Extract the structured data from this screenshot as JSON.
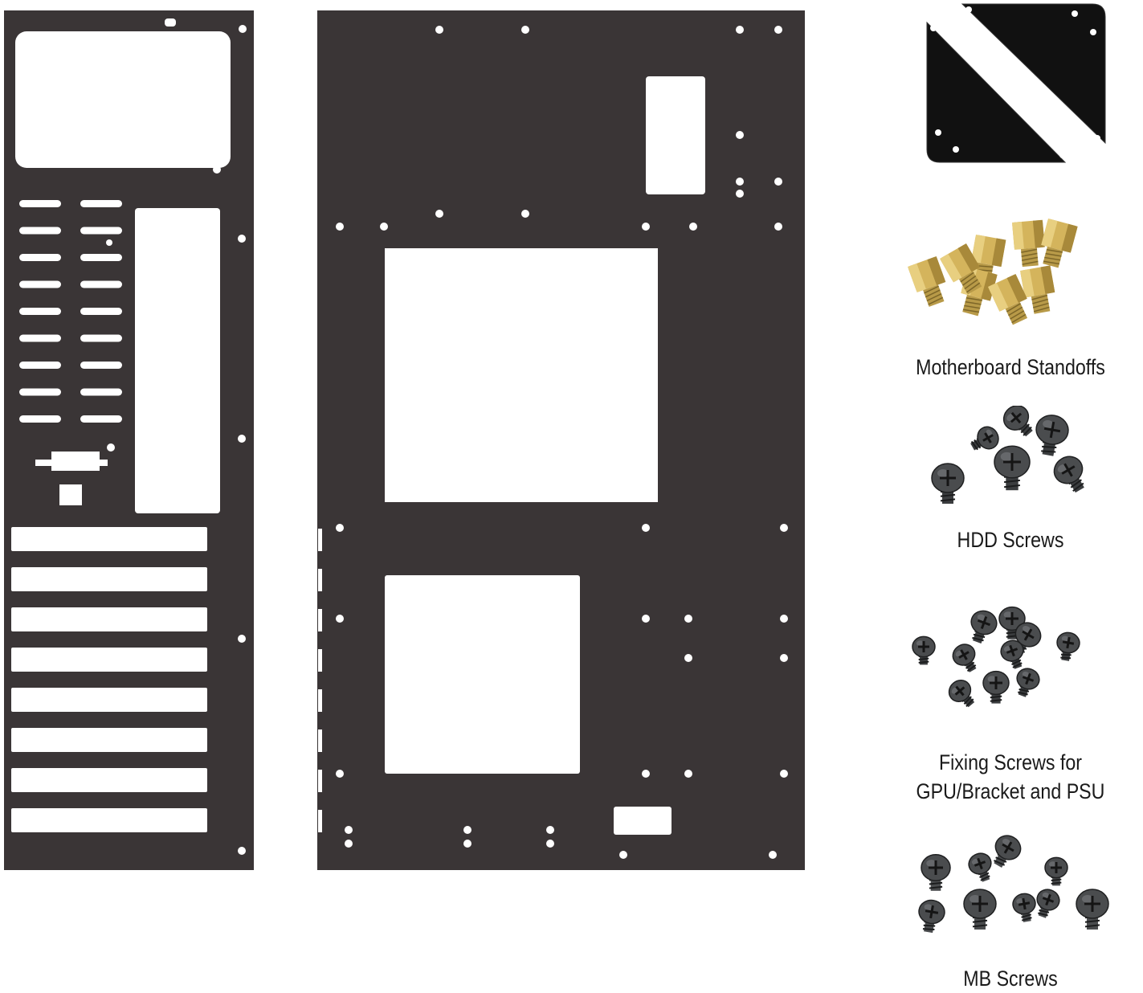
{
  "accent_colors": {
    "panel": "#3a3536",
    "brass": "#c9a94e",
    "screw": "#3b3d3f"
  },
  "parts": [
    {
      "caption_lines": [
        "Motherboard Standoffs"
      ],
      "icon": "brass-standoff-icon"
    },
    {
      "caption_lines": [
        "HDD Screws"
      ],
      "icon": "hdd-screw-icon"
    },
    {
      "caption_lines": [
        "Fixing Screws for",
        "GPU/Bracket and PSU"
      ],
      "icon": "fixing-screw-icon"
    },
    {
      "caption_lines": [
        "MB Screws"
      ],
      "icon": "mb-screw-icon"
    }
  ]
}
